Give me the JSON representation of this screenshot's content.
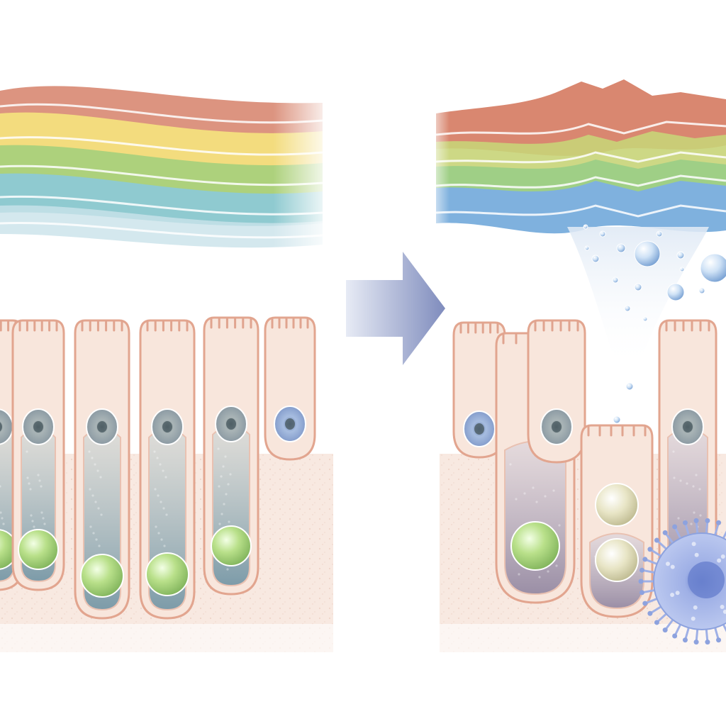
{
  "figure": {
    "kind": "comparison-illustration",
    "panels": [
      {
        "id": "left",
        "state": "intact",
        "layer_count": 4,
        "cell_count": 5
      },
      {
        "id": "right",
        "state": "disrupted",
        "layer_count": 4,
        "cell_count": 4
      }
    ],
    "transition_icon": "right-arrow-icon"
  },
  "colors": {
    "layer_red": "#d98a74",
    "layer_yellow": "#f2d978",
    "layer_green": "#a9cf7a",
    "layer_teal": "#8cc9cf",
    "layer_blue": "#82aee0",
    "cell_fill": "#f7e3d9",
    "cell_edge": "#e0a48f",
    "cell_inner": "#7fa1ad",
    "nucleus": "#8f9ea6",
    "granule_green": "#a8d27a",
    "granule_pale": "#e9e6c8",
    "immune_cell": "#8da2de",
    "arrow": "#8e98c2",
    "tissue_bg": "#f6e6dd"
  }
}
